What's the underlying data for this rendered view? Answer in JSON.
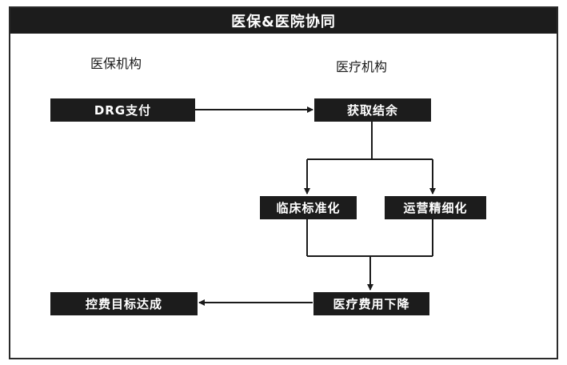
{
  "title": "医保&医院协同",
  "columns": {
    "left": "医保机构",
    "right": "医疗机构"
  },
  "nodes": {
    "drg_payment": "DRG支付",
    "obtain_surplus": "获取结余",
    "clinical_standard": "临床标准化",
    "operation_refine": "运营精细化",
    "cost_decrease": "医疗费用下降",
    "cost_control_goal": "控费目标达成"
  },
  "colors": {
    "node_fill": "#1c1c1c",
    "node_text": "#ffffff",
    "line": "#1a1a1a"
  }
}
